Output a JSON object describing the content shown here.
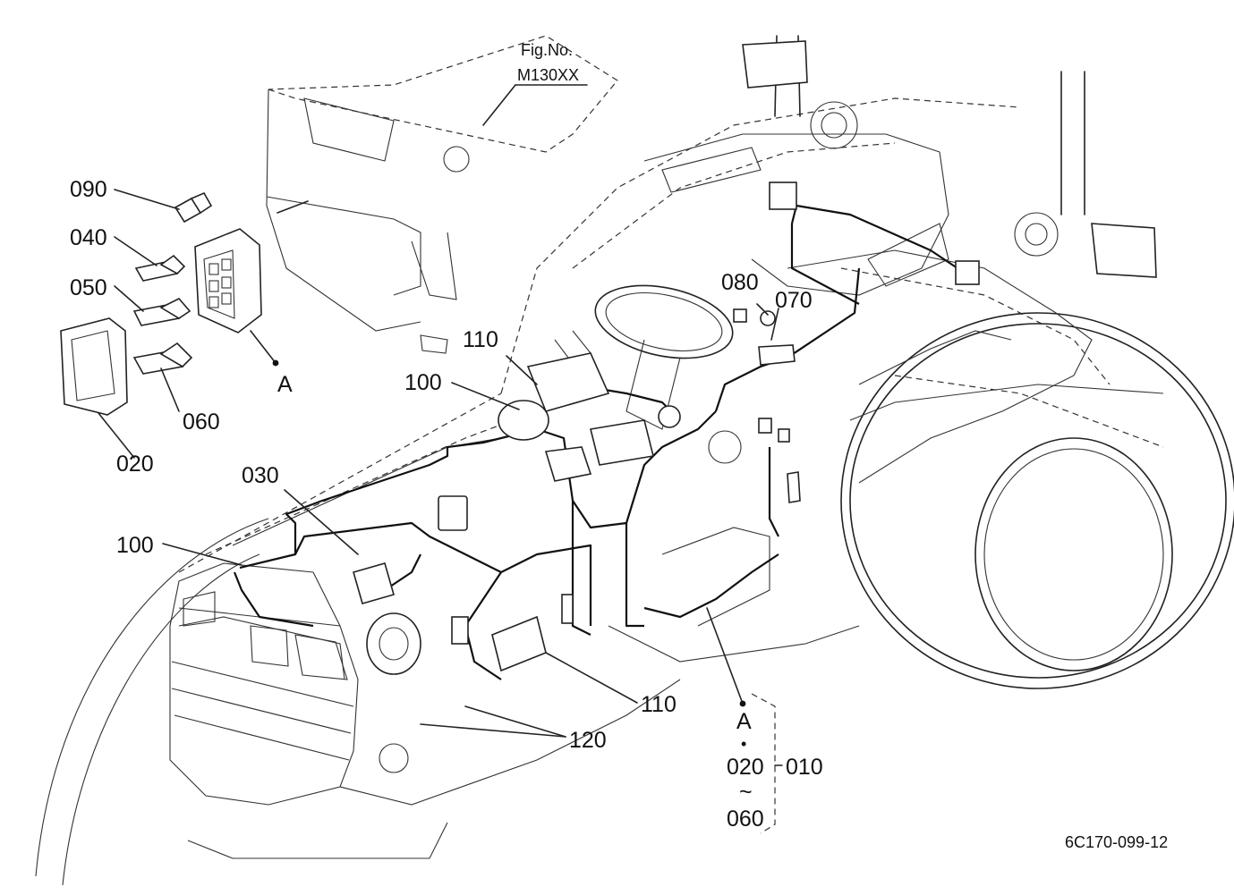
{
  "figure": {
    "title": "Fig.No.",
    "number": "M130XX",
    "code": "6C170-099-12"
  },
  "labels": {
    "p090": "090",
    "p040": "040",
    "p050": "050",
    "p060": "060",
    "p020_left": "020",
    "pA_left": "A",
    "p110_top": "110",
    "p100_top": "100",
    "p080": "080",
    "p070": "070",
    "p030": "030",
    "p100_left": "100",
    "p110_bottom": "110",
    "p120": "120",
    "pA_right": "A",
    "p020_range": "020",
    "p010": "010",
    "tilde": "~",
    "p060_range": "060",
    "bullet": "•"
  }
}
